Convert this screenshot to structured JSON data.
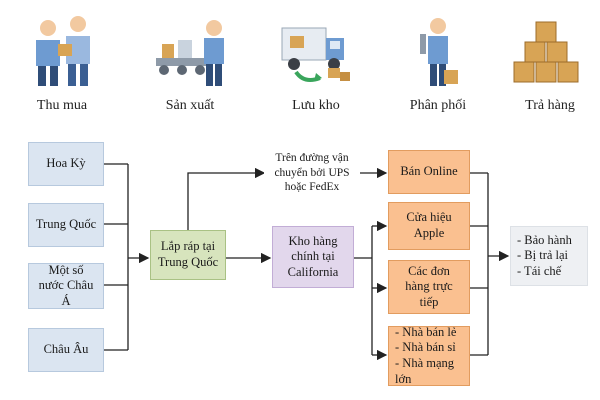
{
  "stages": [
    {
      "label": "Thu mua",
      "icon": "two-people-buying-icon"
    },
    {
      "label": "Sản xuất",
      "icon": "factory-worker-conveyor-icon"
    },
    {
      "label": "Lưu kho",
      "icon": "delivery-truck-icon"
    },
    {
      "label": "Phân phối",
      "icon": "person-with-box-icon"
    },
    {
      "label": "Trả hàng",
      "icon": "stacked-boxes-icon"
    }
  ],
  "sources": [
    "Hoa Kỳ",
    "Trung Quốc",
    "Một số nước Châu Á",
    "Châu Âu"
  ],
  "assembly": "Lắp ráp tại Trung Quốc",
  "shipping": "Trên đường vận chuyển bởi UPS hoặc FedEx",
  "warehouse": "Kho hàng chính tại California",
  "channels": {
    "online": "Bán Online",
    "apple_store": "Cửa hiệu Apple",
    "direct_orders": "Các đơn hàng trực tiếp",
    "resellers": [
      "- Nhà bán lẻ",
      "- Nhà bán sỉ",
      "- Nhà mạng lớn"
    ]
  },
  "returns": [
    "- Bảo hành",
    "- Bị trả lại",
    "- Tái chế"
  ],
  "colors": {
    "sources": "#dbe5f1",
    "assembly": "#d7e4bd",
    "warehouse": "#e2d7ec",
    "channels": "#fac090",
    "returns": "#eef0f3"
  }
}
